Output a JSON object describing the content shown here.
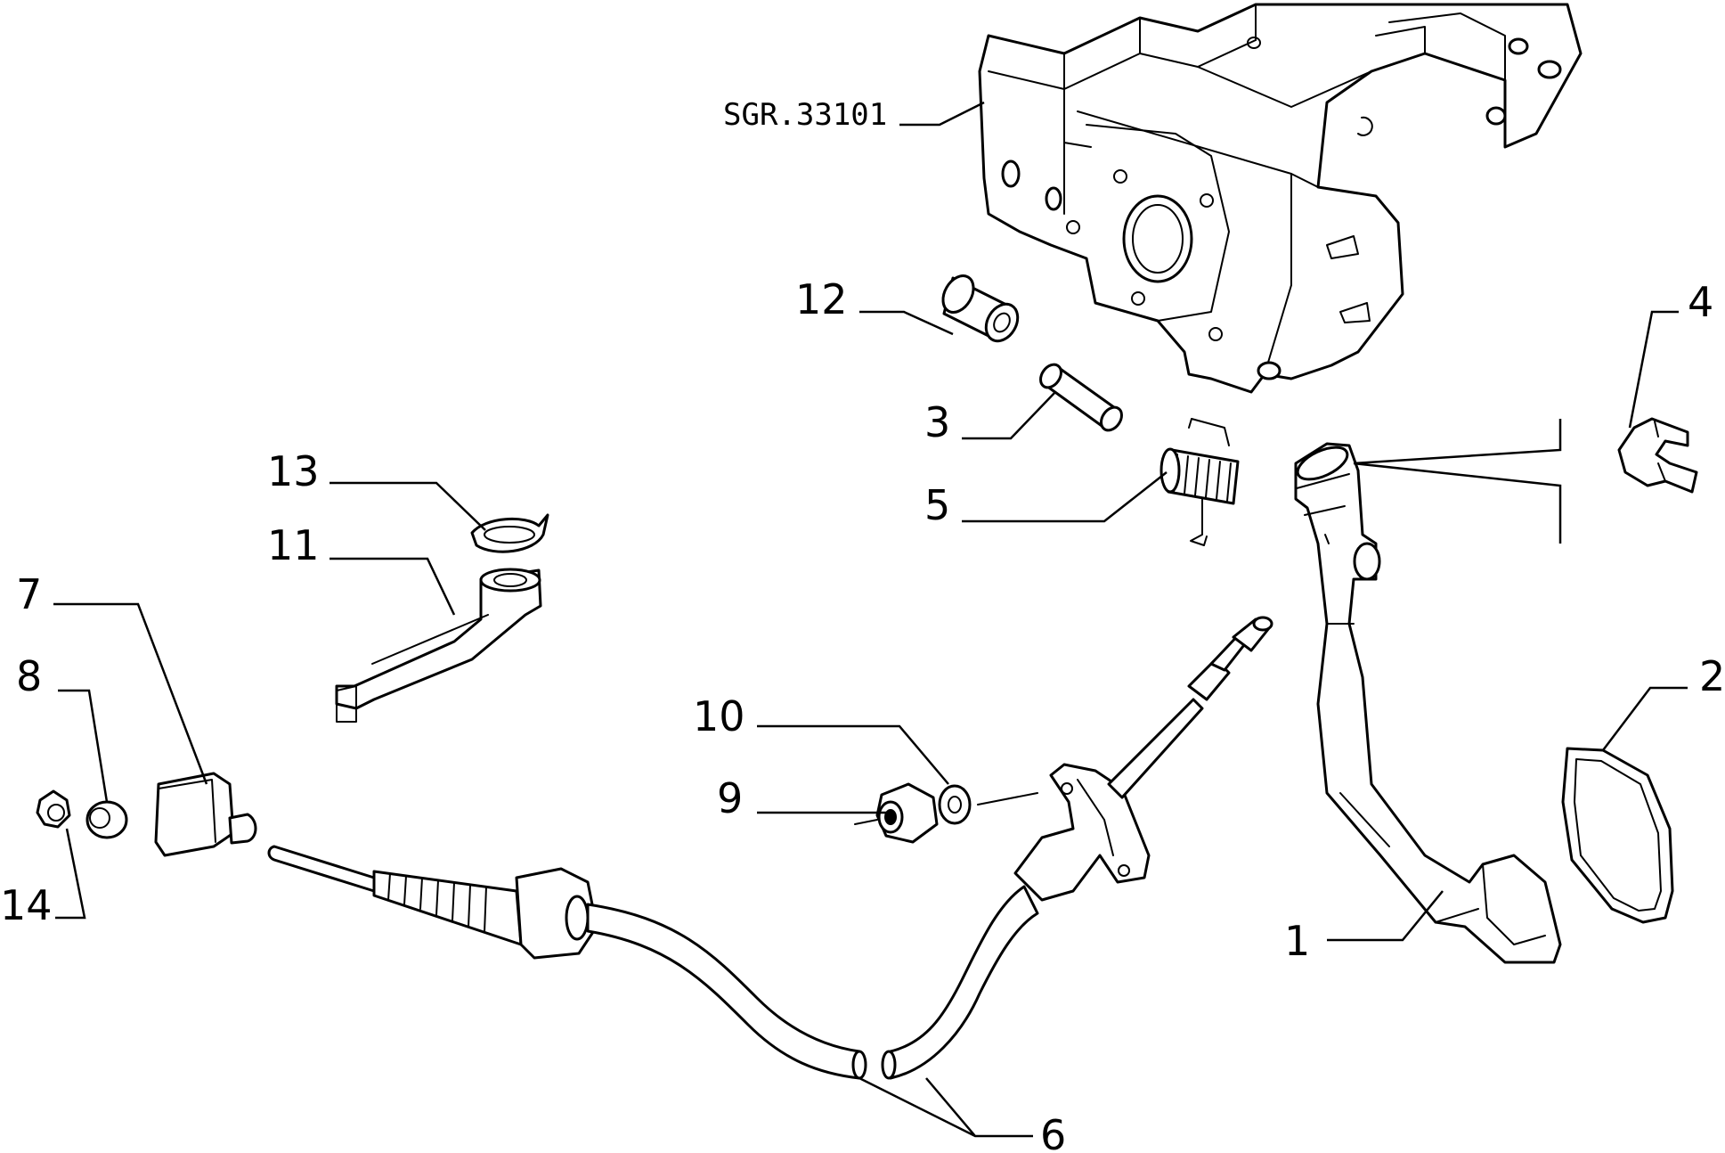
{
  "diagram": {
    "reference_label": "SGR.33101",
    "callouts": [
      {
        "id": "1",
        "label": "1"
      },
      {
        "id": "2",
        "label": "2"
      },
      {
        "id": "3",
        "label": "3"
      },
      {
        "id": "4",
        "label": "4"
      },
      {
        "id": "5",
        "label": "5"
      },
      {
        "id": "6",
        "label": "6"
      },
      {
        "id": "7",
        "label": "7"
      },
      {
        "id": "8",
        "label": "8"
      },
      {
        "id": "9",
        "label": "9"
      },
      {
        "id": "10",
        "label": "10"
      },
      {
        "id": "11",
        "label": "11"
      },
      {
        "id": "12",
        "label": "12"
      },
      {
        "id": "13",
        "label": "13"
      },
      {
        "id": "14",
        "label": "14"
      }
    ]
  }
}
